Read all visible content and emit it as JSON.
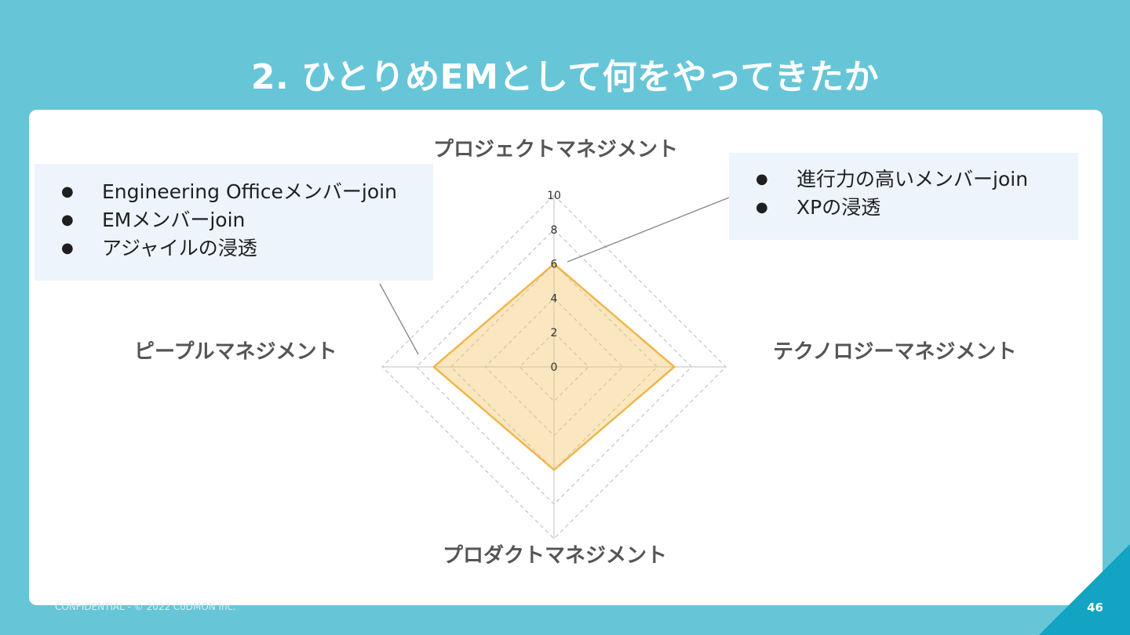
{
  "slide": {
    "title": "2. ひとりめEMとして何をやってきたか",
    "footer": "CONFIDENTIAL - © 2022 CoDMON Inc.",
    "page_number": "46"
  },
  "notes": {
    "left": [
      "Engineering Officeメンバーjoin",
      "EMメンバーjoin",
      "アジャイルの浸透"
    ],
    "right": [
      "進行力の高いメンバーjoin",
      "XPの浸透"
    ]
  },
  "colors": {
    "background": "#67c5d8",
    "accent": "#13a3c3",
    "series_fill": "#f4c56a",
    "series_stroke": "#f0b64d",
    "note_background": "#edf4fc"
  },
  "chart_data": {
    "type": "radar",
    "axes": [
      "プロジェクトマネジメント",
      "テクノロジーマネジメント",
      "プロダクトマネジメント",
      "ピープルマネジメント"
    ],
    "rlim": [
      0,
      10
    ],
    "ticks": [
      "0",
      "2",
      "4",
      "6",
      "8",
      "10"
    ],
    "series": [
      {
        "values": [
          6,
          7,
          6,
          7
        ]
      }
    ],
    "grid": true,
    "grid_style": "dashed"
  }
}
